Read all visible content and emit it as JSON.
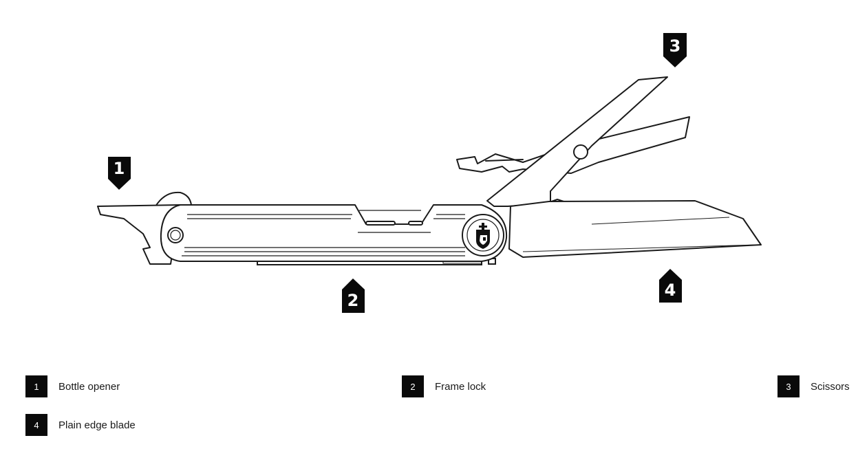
{
  "callouts": [
    {
      "number": "1",
      "label": "Bottle opener"
    },
    {
      "number": "2",
      "label": "Frame lock"
    },
    {
      "number": "3",
      "label": "Scissors"
    },
    {
      "number": "4",
      "label": "Plain edge blade"
    }
  ],
  "colors": {
    "outline": "#1a1a1a",
    "badge": "#0a0a0a",
    "badge_text": "#ffffff",
    "background": "#ffffff"
  }
}
